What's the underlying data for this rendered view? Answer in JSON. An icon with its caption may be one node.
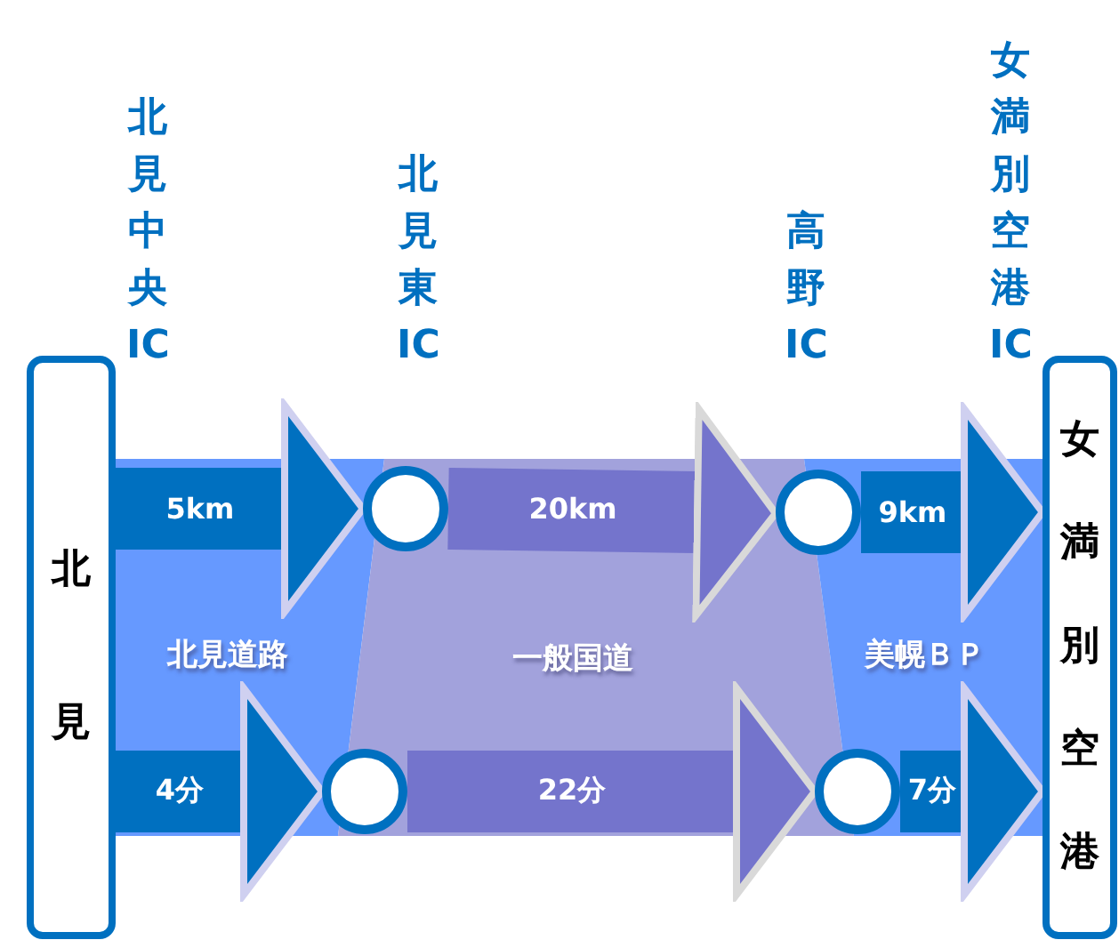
{
  "diagram": {
    "nodes": [
      {
        "text": [
          "北見"
        ]
      },
      {
        "text": [
          "女満別空港"
        ]
      },
      {
        "text": [],
        "shape": "circle"
      },
      {
        "text": [],
        "shape": "circle"
      },
      {
        "text": [],
        "shape": "circle"
      },
      {
        "text": [],
        "shape": "circle"
      }
    ],
    "edges": [
      {
        "from": 0,
        "to": 2,
        "arrow": "to",
        "label": "5km"
      },
      {
        "from": 2,
        "to": 3,
        "arrow": "to",
        "label": "20km",
        "color": "#7474cc"
      },
      {
        "from": 3,
        "to": 1,
        "arrow": "to",
        "label": "9km"
      },
      {
        "from": 0,
        "to": 4,
        "arrow": "to",
        "label": "4分"
      },
      {
        "from": 4,
        "to": 5,
        "arrow": "to",
        "label": "22分",
        "color": "#7474cc"
      },
      {
        "from": 5,
        "to": 1,
        "arrow": "to",
        "label": "7分"
      }
    ],
    "labels": [
      "北見中央IC",
      "北見東IC",
      "高野IC",
      "女満別空港IC",
      "北見道路",
      "一般国道",
      "美幌ＢＰ"
    ]
  }
}
